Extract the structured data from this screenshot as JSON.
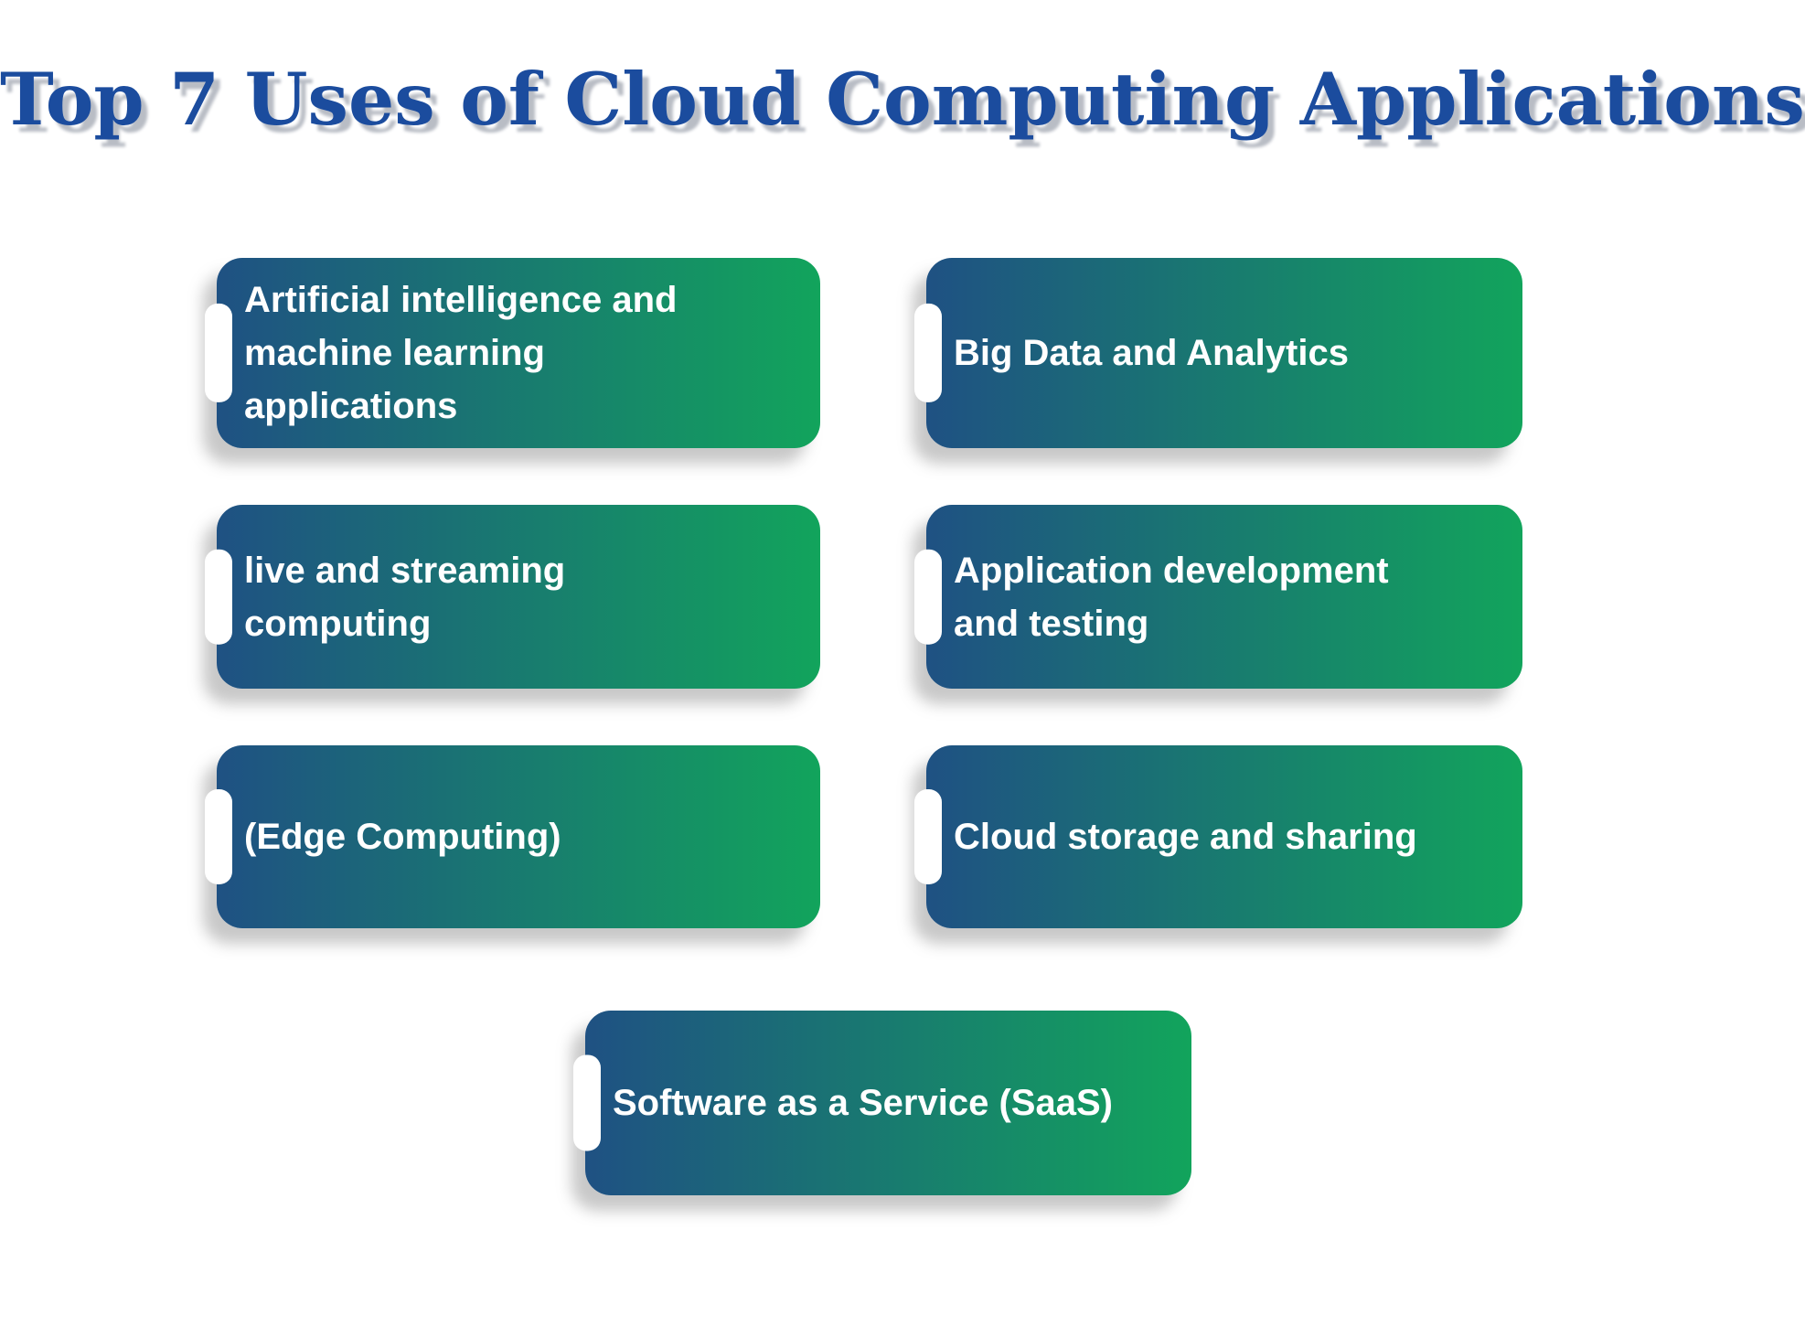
{
  "title": "Top 7 Uses of Cloud Computing Applications",
  "cards": [
    {
      "label": "Artificial intelligence and\nmachine learning\napplications"
    },
    {
      "label": "Big Data and Analytics"
    },
    {
      "label": "live and streaming\ncomputing"
    },
    {
      "label": "Application development\nand testing"
    },
    {
      "label": "(Edge Computing)"
    },
    {
      "label": "Cloud storage and sharing"
    },
    {
      "label": "Software as a Service (SaaS)"
    }
  ],
  "colors": {
    "background": "#ffffff",
    "title_blue": "#1b4c9e",
    "title_shadow": "#b9bdc5",
    "card_gradient_start": "#1f5183",
    "card_gradient_end": "#12a45c",
    "card_text": "#ffffff"
  }
}
